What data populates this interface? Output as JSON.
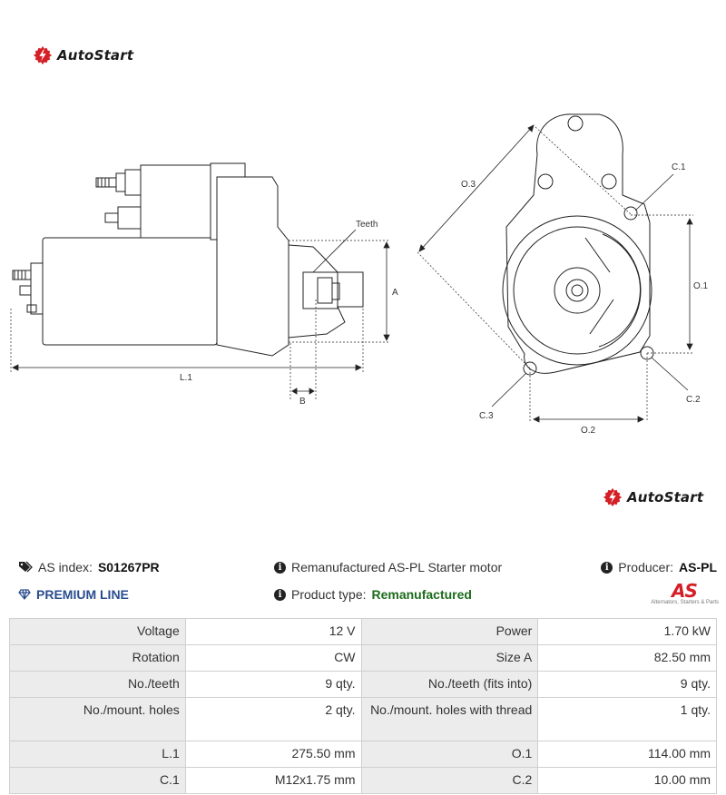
{
  "brand": {
    "name": "AutoStart",
    "logo_color": "#d41f26"
  },
  "drawing": {
    "labels": {
      "teeth": "Teeth",
      "a": "A",
      "b": "B",
      "l1": "L.1",
      "o1": "O.1",
      "o2": "O.2",
      "o3": "O.3",
      "c1": "C.1",
      "c2": "C.2",
      "c3": "C.3"
    }
  },
  "info": {
    "as_index_label": "AS index:",
    "as_index_value": "S01267PR",
    "premium": "PREMIUM LINE",
    "description": "Remanufactured AS-PL Starter motor",
    "product_type_label": "Product type:",
    "product_type_value": "Remanufactured",
    "producer_label": "Producer:",
    "producer_value": "AS-PL",
    "producer_mark": "AS",
    "producer_tagline": "Alternators, Starters & Parts"
  },
  "specs": [
    {
      "l1": "Voltage",
      "v1": "12 V",
      "l2": "Power",
      "v2": "1.70 kW"
    },
    {
      "l1": "Rotation",
      "v1": "CW",
      "l2": "Size A",
      "v2": "82.50 mm"
    },
    {
      "l1": "No./teeth",
      "v1": "9 qty.",
      "l2": "No./teeth (fits into)",
      "v2": "9 qty."
    },
    {
      "l1": "No./mount. holes",
      "v1": "2 qty.",
      "l2": "No./mount. holes with thread",
      "v2": "1 qty."
    },
    {
      "l1": "L.1",
      "v1": "275.50 mm",
      "l2": "O.1",
      "v2": "114.00 mm"
    },
    {
      "l1": "C.1",
      "v1": "M12x1.75 mm",
      "l2": "C.2",
      "v2": "10.00 mm"
    }
  ]
}
